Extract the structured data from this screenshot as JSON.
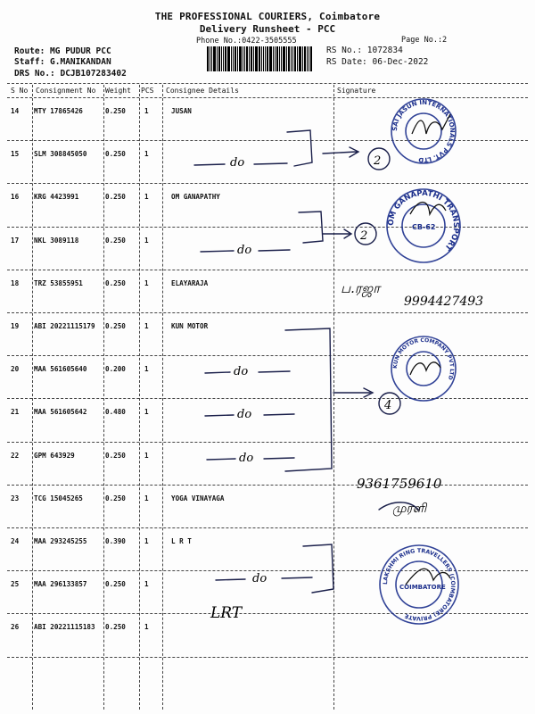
{
  "header": {
    "title": "THE PROFESSIONAL COURIERS, Coimbatore",
    "subtitle": "Delivery Runsheet - PCC",
    "phone": "Phone No.:0422-3505555",
    "page_no": "Page No.:2",
    "route": "Route: MG PUDUR PCC",
    "staff": "Staff: G.MANIKANDAN",
    "drs_no": "DRS No.: DCJB107283402",
    "rs_no": "RS No.: 1072834",
    "rs_date": "RS Date: 06-Dec-2022"
  },
  "columns": [
    "S No",
    "Consignment No",
    "Weight",
    "PCS",
    "Consignee Details",
    "Signature"
  ],
  "rows": [
    {
      "sno": "14",
      "consignment": "MTY 17865426",
      "weight": "0.250",
      "pcs": "1",
      "consignee": "JUSAN"
    },
    {
      "sno": "15",
      "consignment": "SLM 308845050",
      "weight": "0.250",
      "pcs": "1",
      "consignee": ""
    },
    {
      "sno": "16",
      "consignment": "KRG 4423991",
      "weight": "0.250",
      "pcs": "1",
      "consignee": "OM GANAPATHY"
    },
    {
      "sno": "17",
      "consignment": "NKL 3089118",
      "weight": "0.250",
      "pcs": "1",
      "consignee": ""
    },
    {
      "sno": "18",
      "consignment": "TRZ 53855951",
      "weight": "0.250",
      "pcs": "1",
      "consignee": "ELAYARAJA"
    },
    {
      "sno": "19",
      "consignment": "ABI 20221115179",
      "weight": "0.250",
      "pcs": "1",
      "consignee": "KUN MOTOR"
    },
    {
      "sno": "20",
      "consignment": "MAA 561605640",
      "weight": "0.200",
      "pcs": "1",
      "consignee": ""
    },
    {
      "sno": "21",
      "consignment": "MAA 561605642",
      "weight": "0.480",
      "pcs": "1",
      "consignee": ""
    },
    {
      "sno": "22",
      "consignment": "GPM 643929",
      "weight": "0.250",
      "pcs": "1",
      "consignee": ""
    },
    {
      "sno": "23",
      "consignment": "TCG 15045265",
      "weight": "0.250",
      "pcs": "1",
      "consignee": "YOGA VINAYAGA"
    },
    {
      "sno": "24",
      "consignment": "MAA 293245255",
      "weight": "0.390",
      "pcs": "1",
      "consignee": "L R T"
    },
    {
      "sno": "25",
      "consignment": "MAA 296133857",
      "weight": "0.250",
      "pcs": "1",
      "consignee": ""
    },
    {
      "sno": "26",
      "consignment": "ABI 20221115183",
      "weight": "0.250",
      "pcs": "1",
      "consignee": ""
    }
  ],
  "handwriting": {
    "ditto": "do",
    "num_2a": "2",
    "num_2b": "2",
    "num_4": "4",
    "sig_18": "ப.ரஜா",
    "phone_18": "9994427493",
    "phone_23": "9361759610",
    "sig_23": "முரளி",
    "lrt": "LRT"
  },
  "stamps": {
    "jasun": "SAI JASUN INTERNATIONALS PVT. LTD",
    "ganapathy": "OM GANAPATHI TRANSPORT",
    "ganapathy_code": "CB-62",
    "kun": "KUN MOTOR COMPANY PVT LTD",
    "lakshmi": "LAKSHMI RING TRAVELLERS (COIMBATORE) PRIVATE",
    "lakshmi_center": "COIMBATORE"
  }
}
